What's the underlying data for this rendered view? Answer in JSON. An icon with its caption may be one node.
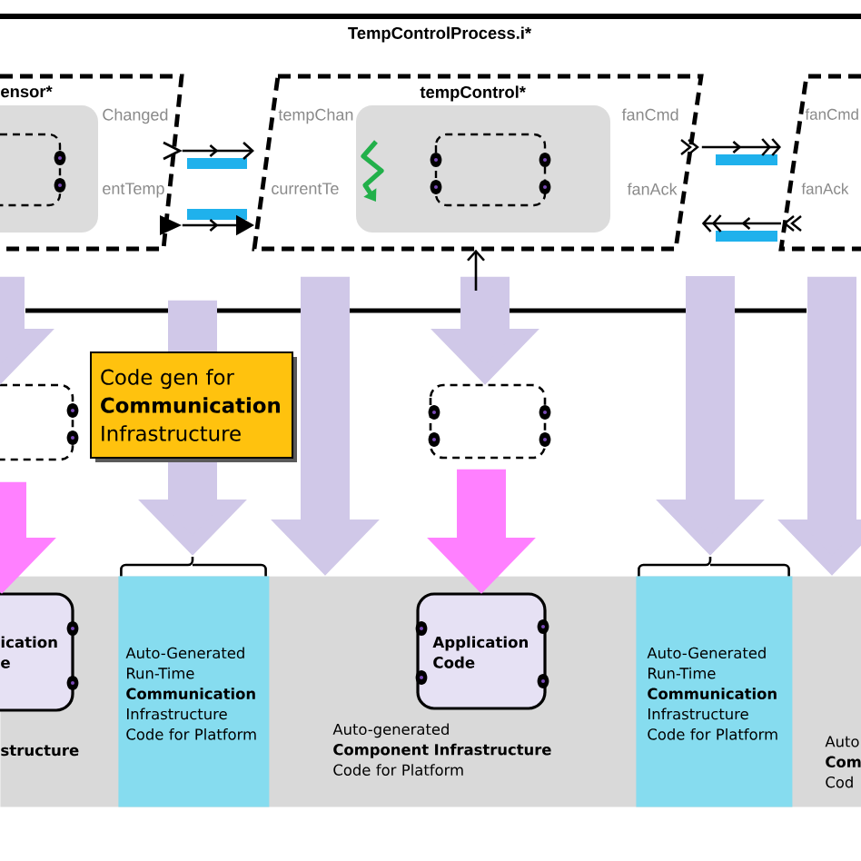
{
  "diagram": {
    "title": "TempControlProcess.i*",
    "nodes": [
      {
        "text": [
          "ensor*",
          "Changed",
          "entTemp"
        ]
      },
      {
        "text": [
          "tempControl*",
          "tempChan",
          "currentTe",
          "fanCmd",
          "fanAck"
        ]
      },
      {
        "text": [
          "fanCmd",
          "fanAck"
        ]
      },
      {
        "text": [],
        "shape": "box"
      },
      {
        "text": [],
        "shape": "box"
      },
      {
        "text": [],
        "shape": "brace"
      },
      {
        "text": [],
        "shape": "brace"
      },
      {
        "text": [
          "structure",
          "Auto-generated **Component Infrastructure** Code for Platform",
          "Auto **Com** Cod"
        ]
      },
      {
        "text": [
          "ication e"
        ],
        "in": 7
      },
      {
        "text": [
          "Auto-Generated Run-Time **Communication** Infrastructure Code for Platform"
        ],
        "in": 7
      },
      {
        "text": [
          "Application Code"
        ],
        "in": 7
      },
      {
        "text": [
          "Auto-Generated Run-Time **Communication** Infrastructure Code for Platform"
        ],
        "in": 7
      }
    ],
    "edges": [
      {
        "from": 0,
        "to": 1,
        "arrow": "to",
        "color": "#000000"
      },
      {
        "from": 0,
        "to": 1,
        "arrow": "to",
        "color": "#000000"
      },
      {
        "from": 1,
        "to": 2,
        "arrow": "to",
        "color": "#000000"
      },
      {
        "from": 2,
        "to": 1,
        "arrow": "to",
        "color": "#000000"
      },
      {
        "from": null,
        "to": 1,
        "arrow": "to",
        "color": "#000000"
      },
      {
        "from": 0,
        "to": 3,
        "arrow": "to",
        "color": "#d0c8e8"
      },
      {
        "from": 0,
        "to": 5,
        "arrow": "to",
        "color": "#d0c8e8",
        "label": "Code gen for **Communication** Infrastructure"
      },
      {
        "from": 1,
        "to": 7,
        "arrow": "to",
        "color": "#d0c8e8"
      },
      {
        "from": 1,
        "to": 4,
        "arrow": "to",
        "color": "#d0c8e8"
      },
      {
        "from": null,
        "to": 6,
        "arrow": "to",
        "color": "#d0c8e8"
      },
      {
        "from": 2,
        "to": 7,
        "arrow": "to",
        "color": "#d0c8e8"
      },
      {
        "from": 3,
        "to": 8,
        "arrow": "to",
        "color": "#ff80ff"
      },
      {
        "from": 4,
        "to": 10,
        "arrow": "to",
        "color": "#ff80ff"
      }
    ]
  }
}
